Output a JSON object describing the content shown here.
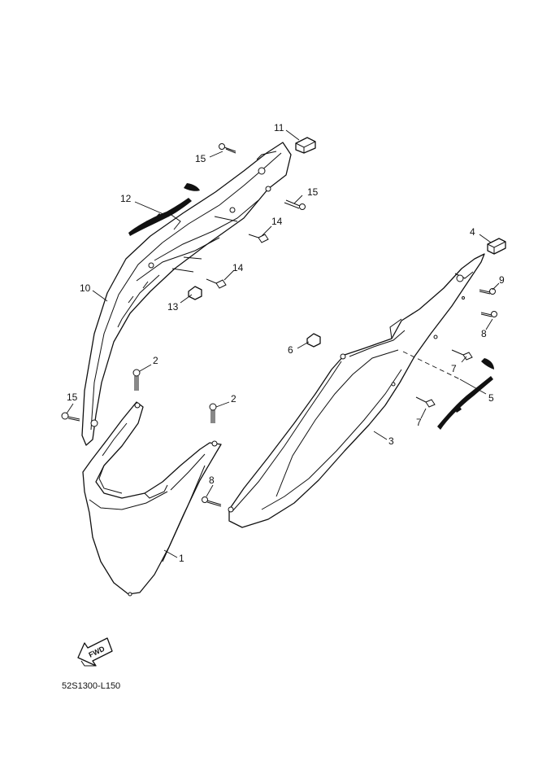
{
  "callouts": [
    {
      "id": "c11",
      "text": "11"
    },
    {
      "id": "c15a",
      "text": "15"
    },
    {
      "id": "c15b",
      "text": "15"
    },
    {
      "id": "c12",
      "text": "12"
    },
    {
      "id": "c14a",
      "text": "14"
    },
    {
      "id": "c14b",
      "text": "14"
    },
    {
      "id": "c10",
      "text": "10"
    },
    {
      "id": "c13",
      "text": "13"
    },
    {
      "id": "c4",
      "text": "4"
    },
    {
      "id": "c9",
      "text": "9"
    },
    {
      "id": "c8a",
      "text": "8"
    },
    {
      "id": "c6",
      "text": "6"
    },
    {
      "id": "c7a",
      "text": "7"
    },
    {
      "id": "c5",
      "text": "5"
    },
    {
      "id": "c7b",
      "text": "7"
    },
    {
      "id": "c3",
      "text": "3"
    },
    {
      "id": "c2a",
      "text": "2"
    },
    {
      "id": "c2b",
      "text": "2"
    },
    {
      "id": "c15c",
      "text": "15"
    },
    {
      "id": "c8b",
      "text": "8"
    },
    {
      "id": "c1",
      "text": "1"
    }
  ],
  "fwd_label": "FWD",
  "diagram_code": "52S1300-L150"
}
